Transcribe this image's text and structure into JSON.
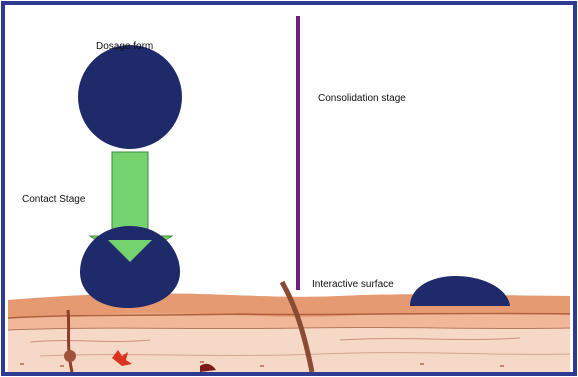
{
  "labels": {
    "dosage_form": "Dosage form",
    "contact_stage": "Contact Stage",
    "consolidation_stage": "Consolidation stage",
    "interactive_surface": "Interactive surface"
  },
  "colors": {
    "frame_border": "#2f3a93",
    "divider": "#6e1f7c",
    "dosage_form": "#1f2a6b",
    "arrow": "#6ed36b",
    "tissue_top": "#e8a480",
    "tissue_mid": "#f3d3c2",
    "tissue_line": "#8a3f2a"
  }
}
